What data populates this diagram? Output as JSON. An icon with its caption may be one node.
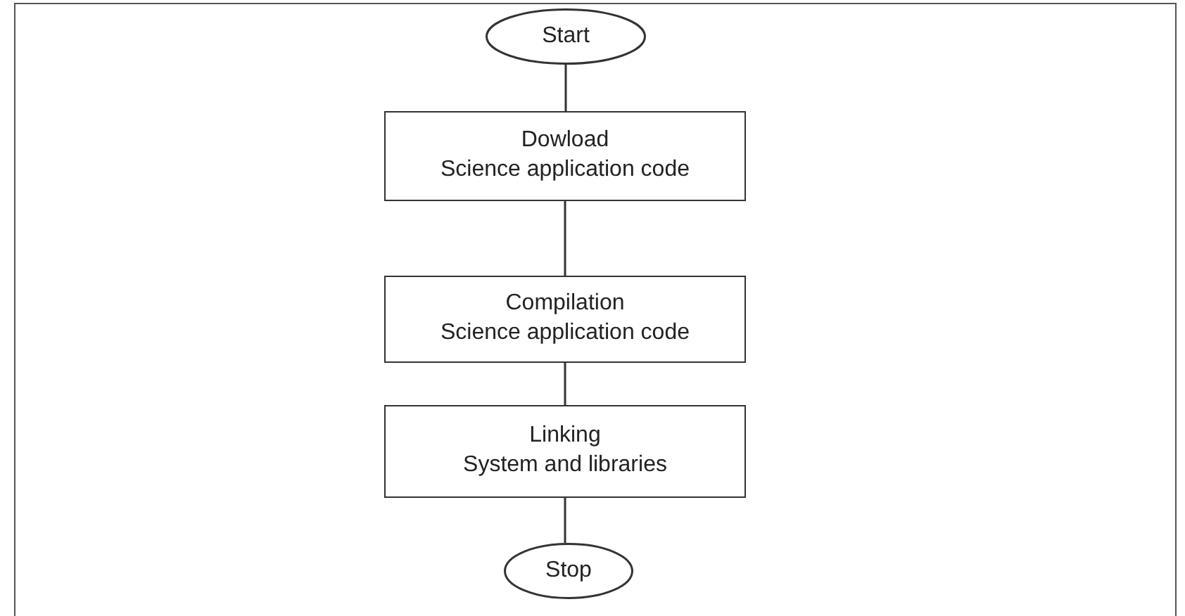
{
  "diagram": {
    "nodes": [
      {
        "text": [
          "Start"
        ]
      },
      {
        "text": [
          "Dowload",
          "Science application code"
        ]
      },
      {
        "text": [
          "Compilation",
          "Science application code"
        ]
      },
      {
        "text": [
          "Linking",
          "System and libraries"
        ]
      },
      {
        "text": [
          "Stop"
        ]
      }
    ],
    "edges": [
      {
        "from": 0,
        "to": 1,
        "arrow": "none"
      },
      {
        "from": 1,
        "to": 2,
        "arrow": "none"
      },
      {
        "from": 2,
        "to": 3,
        "arrow": "none"
      },
      {
        "from": 3,
        "to": 4,
        "arrow": "none"
      }
    ]
  }
}
